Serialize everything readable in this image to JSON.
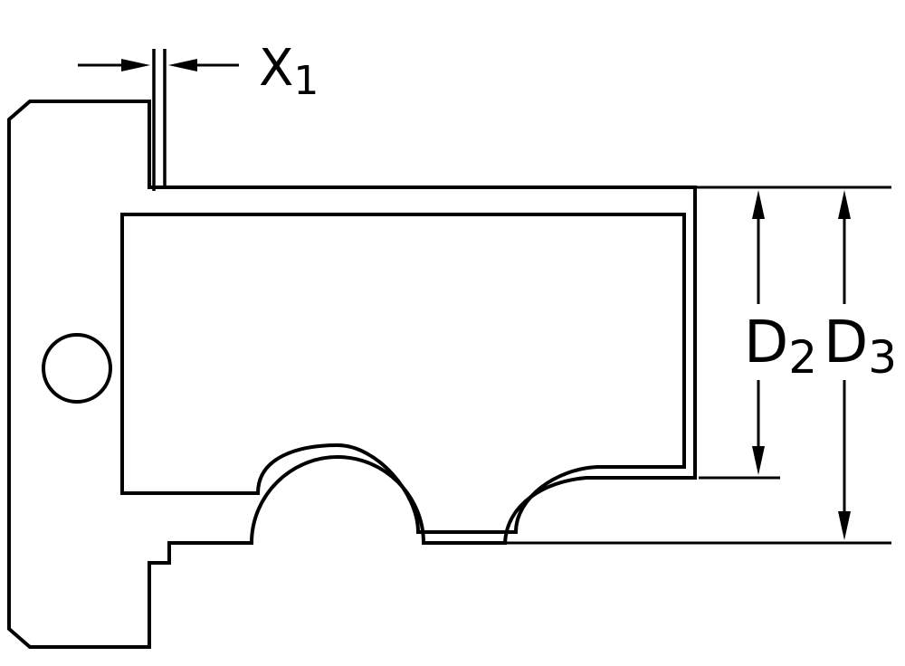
{
  "colors": {
    "line": "#000000",
    "background": "#ffffff"
  },
  "drawing": {
    "type": "technical-cross-section",
    "dimensions": {
      "x1": {
        "main": "X",
        "sub": "1"
      },
      "d2": {
        "main": "D",
        "sub": "2"
      },
      "d3": {
        "main": "D",
        "sub": "3"
      }
    }
  }
}
